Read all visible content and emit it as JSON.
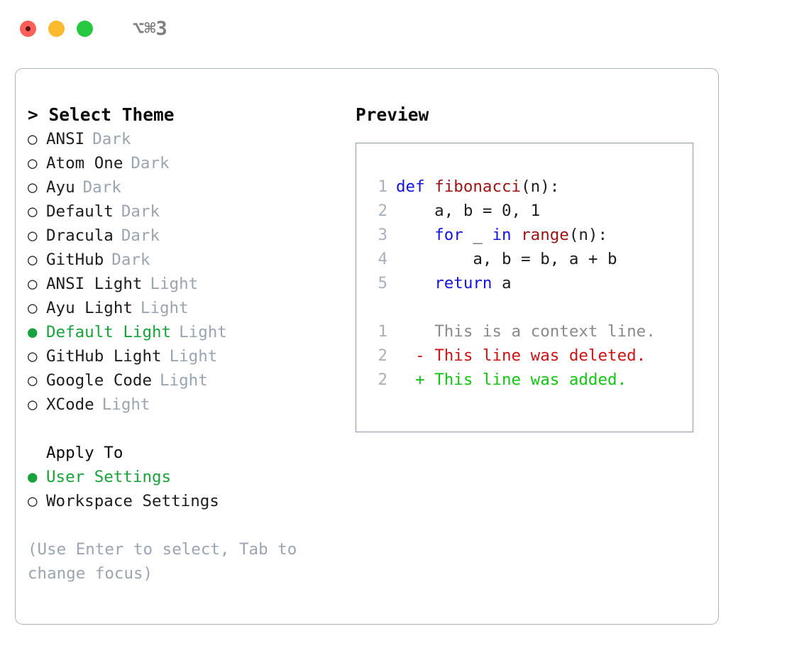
{
  "titlebar": {
    "shortcut": "⌥⌘3",
    "buttons": [
      "close",
      "minimize",
      "maximize"
    ]
  },
  "theme_selector": {
    "header": "> Select Theme",
    "items": [
      {
        "bullet": "○",
        "selected": false,
        "name": "ANSI",
        "category": "Dark"
      },
      {
        "bullet": "○",
        "selected": false,
        "name": "Atom One",
        "category": "Dark"
      },
      {
        "bullet": "○",
        "selected": false,
        "name": "Ayu",
        "category": "Dark"
      },
      {
        "bullet": "○",
        "selected": false,
        "name": "Default",
        "category": "Dark"
      },
      {
        "bullet": "○",
        "selected": false,
        "name": "Dracula",
        "category": "Dark"
      },
      {
        "bullet": "○",
        "selected": false,
        "name": "GitHub",
        "category": "Dark"
      },
      {
        "bullet": "○",
        "selected": false,
        "name": "ANSI Light",
        "category": "Light"
      },
      {
        "bullet": "○",
        "selected": false,
        "name": "Ayu Light",
        "category": "Light"
      },
      {
        "bullet": "●",
        "selected": true,
        "name": "Default Light",
        "category": "Light"
      },
      {
        "bullet": "○",
        "selected": false,
        "name": "GitHub Light",
        "category": "Light"
      },
      {
        "bullet": "○",
        "selected": false,
        "name": "Google Code",
        "category": "Light"
      },
      {
        "bullet": "○",
        "selected": false,
        "name": "XCode",
        "category": "Light"
      }
    ]
  },
  "apply_to": {
    "header": "Apply To",
    "options": [
      {
        "bullet": "●",
        "selected": true,
        "label": "User Settings"
      },
      {
        "bullet": "○",
        "selected": false,
        "label": "Workspace Settings"
      }
    ]
  },
  "hint": "(Use Enter to select, Tab to change focus)",
  "preview": {
    "title": "Preview",
    "code_lines": [
      {
        "num": "1",
        "tokens": [
          {
            "t": "def",
            "c": "kw"
          },
          {
            "t": " ",
            "c": "pl"
          },
          {
            "t": "fibonacci",
            "c": "fn"
          },
          {
            "t": "(n):",
            "c": "pl"
          }
        ]
      },
      {
        "num": "2",
        "tokens": [
          {
            "t": "    a, b = 0, 1",
            "c": "pl"
          }
        ]
      },
      {
        "num": "3",
        "tokens": [
          {
            "t": "    ",
            "c": "pl"
          },
          {
            "t": "for",
            "c": "kw"
          },
          {
            "t": " _ ",
            "c": "pl"
          },
          {
            "t": "in",
            "c": "kw"
          },
          {
            "t": " ",
            "c": "pl"
          },
          {
            "t": "range",
            "c": "fn"
          },
          {
            "t": "(n):",
            "c": "pl"
          }
        ]
      },
      {
        "num": "4",
        "tokens": [
          {
            "t": "        a, b = b, a + b",
            "c": "pl"
          }
        ]
      },
      {
        "num": "5",
        "tokens": [
          {
            "t": "    ",
            "c": "pl"
          },
          {
            "t": "return",
            "c": "kw"
          },
          {
            "t": " a",
            "c": "pl"
          }
        ]
      }
    ],
    "diff_lines": [
      {
        "num": "1",
        "marker": " ",
        "text": "This is a context line.",
        "kind": "ctx"
      },
      {
        "num": "2",
        "marker": "-",
        "text": "This line was deleted.",
        "kind": "del"
      },
      {
        "num": "2",
        "marker": "+",
        "text": "This line was added.",
        "kind": "add"
      }
    ]
  },
  "colors": {
    "selected_green": "#19a23c",
    "category_gray": "#9aa5b1",
    "keyword_blue": "#1414e0",
    "function_red": "#9a1313",
    "diff_delete": "#cc1414",
    "diff_add": "#13c413",
    "border": "#aab4c0"
  }
}
